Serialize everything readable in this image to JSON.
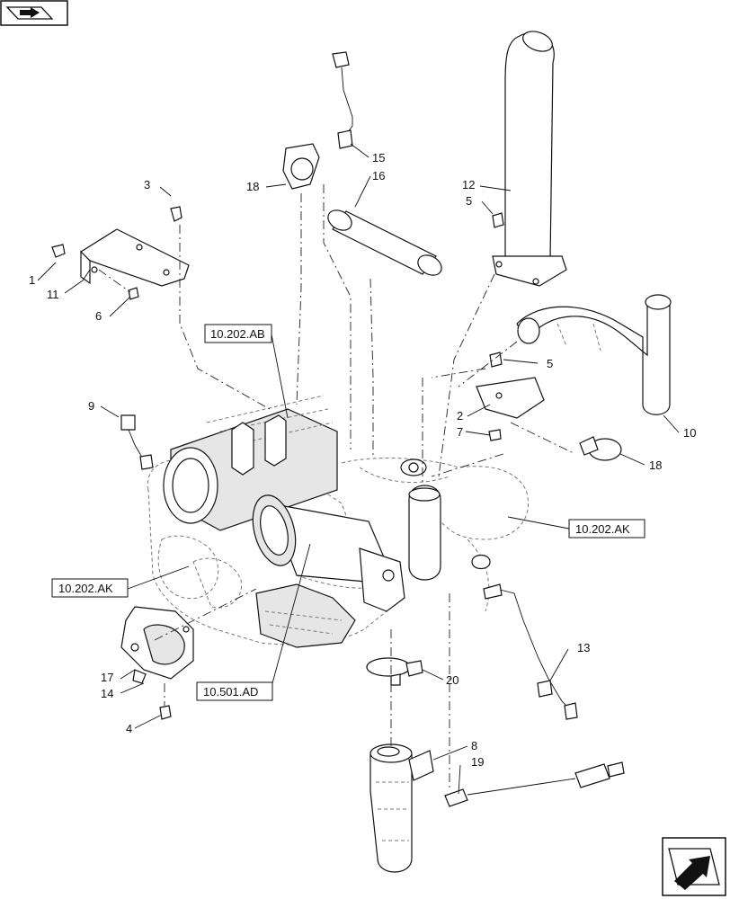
{
  "callouts": {
    "c1": "1",
    "c2": "2",
    "c3": "3",
    "c4": "4",
    "c5a": "5",
    "c5b": "5",
    "c6": "6",
    "c7": "7",
    "c8": "8",
    "c9": "9",
    "c10": "10",
    "c11": "11",
    "c12": "12",
    "c13": "13",
    "c14": "14",
    "c15": "15",
    "c16": "16",
    "c17": "17",
    "c18a": "18",
    "c18b": "18",
    "c19": "19",
    "c20": "20"
  },
  "references": {
    "ref_202ab": "10.202.AB",
    "ref_202ak_right": "10.202.AK",
    "ref_202ak_left": "10.202.AK",
    "ref_501ad": "10.501.AD"
  },
  "icons": {
    "top_left": "book-open-arrow-icon",
    "bottom_right": "next-page-arrow-icon"
  }
}
